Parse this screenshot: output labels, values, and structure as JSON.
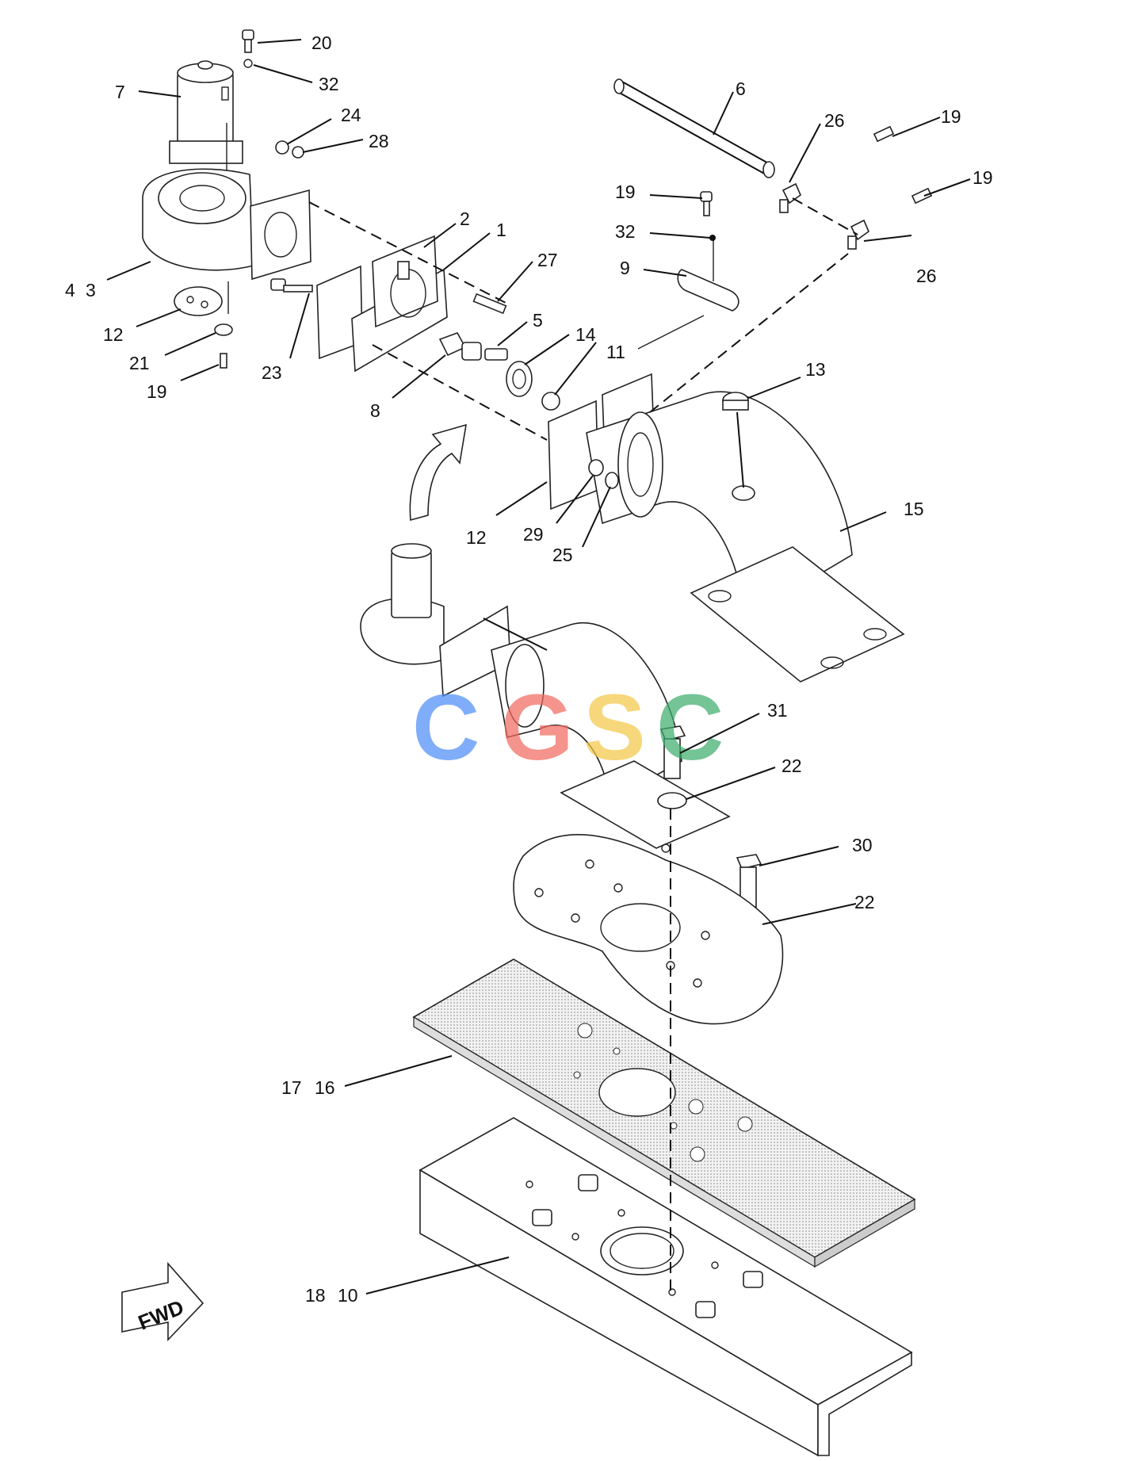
{
  "callouts": [
    "20",
    "32",
    "7",
    "24",
    "28",
    "4",
    "3",
    "12",
    "21",
    "19",
    "23",
    "2",
    "1",
    "27",
    "5",
    "14",
    "8",
    "11",
    "6",
    "26",
    "19",
    "19",
    "19",
    "32",
    "9",
    "26",
    "13",
    "12",
    "29",
    "25",
    "15",
    "31",
    "22",
    "30",
    "22",
    "17",
    "16",
    "18",
    "10"
  ],
  "fwd_label": "FWD",
  "watermark": {
    "letters": [
      "C",
      "G",
      "S",
      "C"
    ],
    "colors": [
      "#4f8ef7",
      "#f26b61",
      "#f5c84a",
      "#3fae6f"
    ]
  }
}
